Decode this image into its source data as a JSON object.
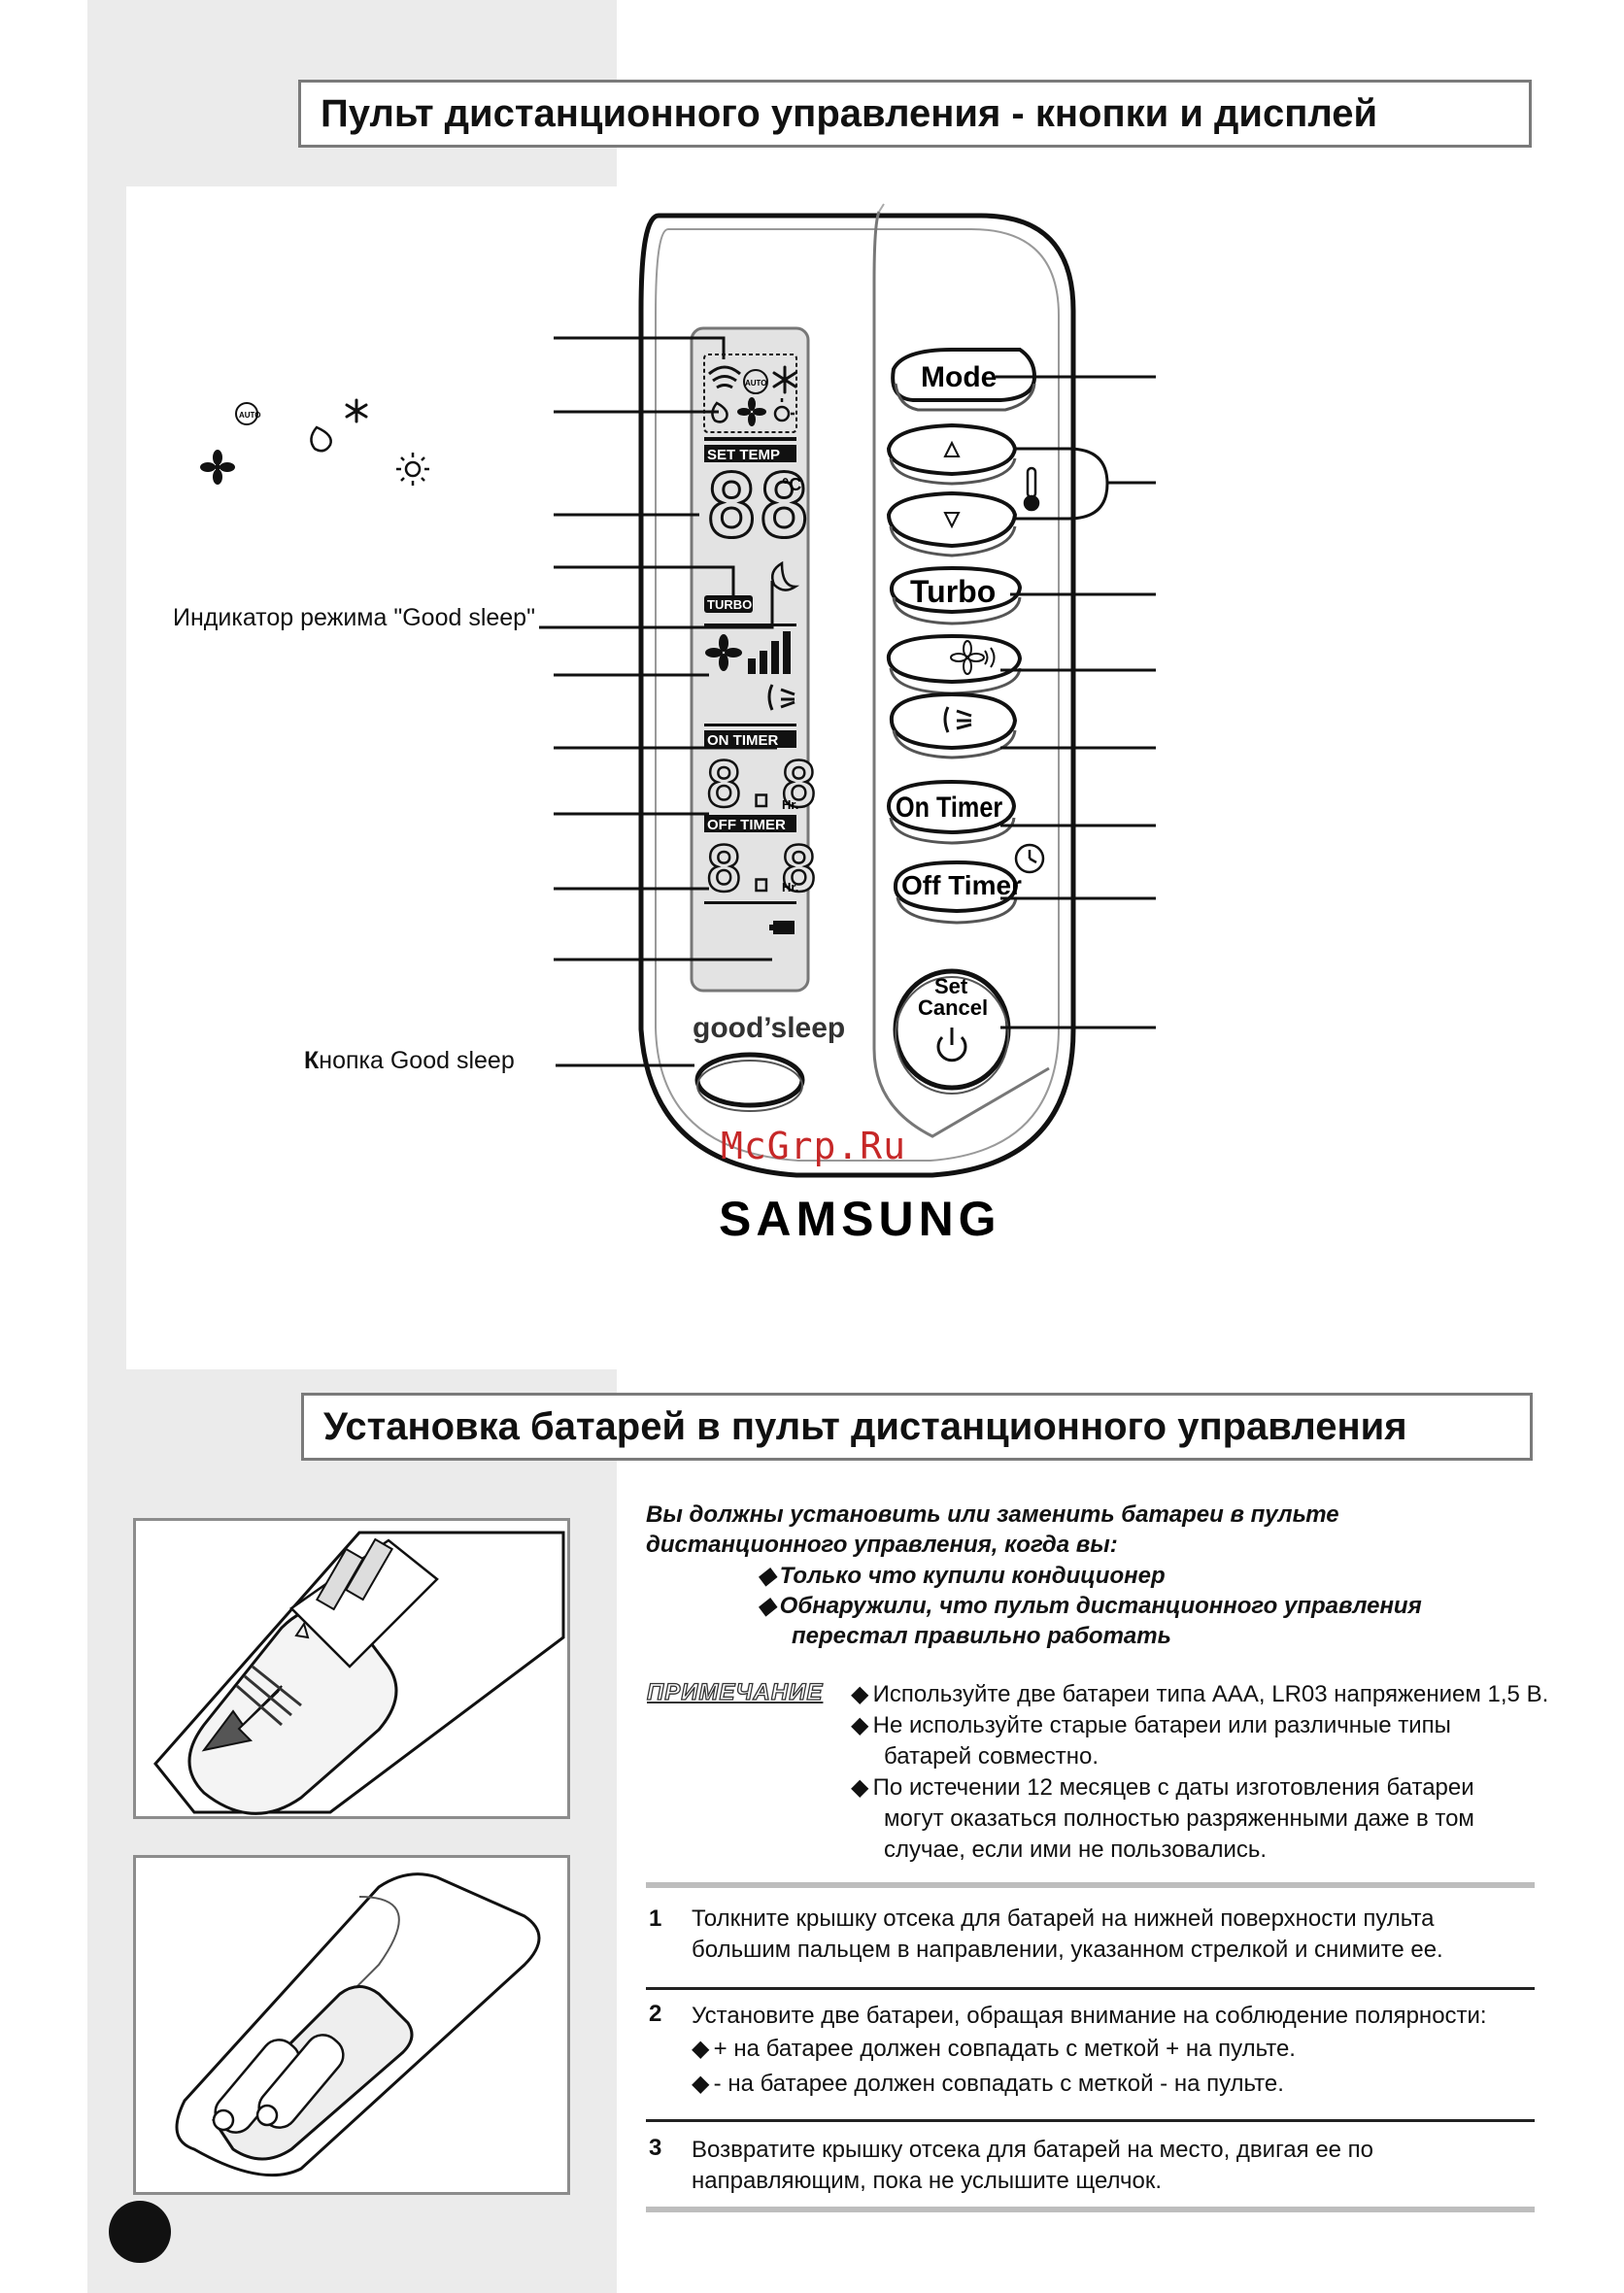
{
  "section1": {
    "title": "Пульт дистанционного управления - кнопки и дисплей",
    "labels": {
      "good_sleep_indicator": "Индикатор режима \"Good sleep\"",
      "good_sleep_button_k": "К",
      "good_sleep_button_rest": "нопка  Good sleep"
    }
  },
  "remote": {
    "lcd": {
      "set_temp": "SET  TEMP",
      "celsius": "°C",
      "temp_digits": "88",
      "turbo": "TURBO",
      "on_timer": "ON  TIMER",
      "off_timer": "OFF  TIMER",
      "timer_digits": "8.8",
      "hr": "Hr.",
      "auto": "AUTO"
    },
    "good_sleep_brand": "good’sleep",
    "buttons": {
      "mode": "Mode",
      "turbo": "Turbo",
      "on_timer": "On Timer",
      "off_timer": "Off Timer",
      "set": "Set",
      "cancel": "Cancel"
    },
    "brand": "SAMSUNG"
  },
  "watermark": "McGrp.Ru",
  "section2": {
    "title": "Установка батарей в пульт дистанционного управления",
    "intro_line1": "Вы должны установить или заменить батареи в пульте",
    "intro_line2": "дистанционного управления, когда вы:",
    "bullet1": "Только что купили кондиционер",
    "bullet2_line1": "Обнаружили, что пульт дистанционного управления",
    "bullet2_line2": "перестал правильно работать",
    "note_label": "ПРИМЕЧАНИЕ",
    "note1": "Используйте две батареи типа ААА, LR03 напряжением 1,5 В.",
    "note2_line1": "Не используйте старые батареи или различные типы",
    "note2_line2": "батарей совместно.",
    "note3_line1": "По истечении 12 месяцев с даты изготовления батареи",
    "note3_line2": "могут оказаться полностью разряженными даже в том",
    "note3_line3": "случае, если ими не пользовались.",
    "steps": [
      {
        "num": "1",
        "line1": "Толкните крышку отсека для батарей на нижней поверхности пульта",
        "line2": "большим пальцем в направлении, указанном стрелкой и снимите ее."
      },
      {
        "num": "2",
        "line1": "Установите две батареи, обращая внимание на соблюдение полярности:",
        "sub1": "+ на батарее должен совпадать с меткой + на пульте.",
        "sub2": "- на батарее должен совпадать с меткой - на пульте."
      },
      {
        "num": "3",
        "line1": "Возвратите крышку отсека для батарей на место, двигая ее по",
        "line2": "направляющим, пока не услышите щелчок."
      }
    ]
  }
}
